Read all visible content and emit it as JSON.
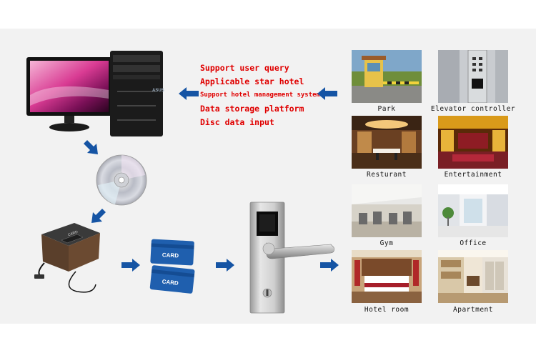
{
  "features": [
    "Support user query",
    "Applicable star hotel",
    "Support hotel management systems",
    "Data storage platform",
    "Disc data input"
  ],
  "cards": {
    "label1": "CARD",
    "label2": "CARD"
  },
  "monitor_brand": "ASUS",
  "encoder_label": "CARD",
  "applications": [
    {
      "caption": "Park"
    },
    {
      "caption": "Elevator controller"
    },
    {
      "caption": "Resturant"
    },
    {
      "caption": "Entertainment"
    },
    {
      "caption": "Gym"
    },
    {
      "caption": "Office"
    },
    {
      "caption": "Hotel room"
    },
    {
      "caption": "Apartment"
    }
  ],
  "colors": {
    "arrow": "#1554a4",
    "feature_text": "#e00000",
    "card": "#1f5fae",
    "background": "#f2f2f2"
  }
}
